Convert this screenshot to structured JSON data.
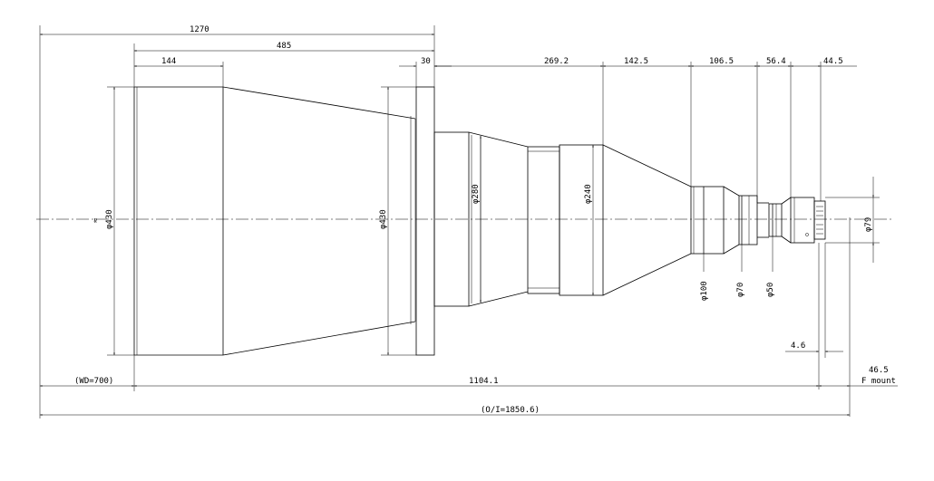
{
  "dimensions": {
    "overall_length": "1270",
    "rear_length": "485",
    "front_step": "144",
    "flange": "30",
    "seg_269": "269.2",
    "seg_142": "142.5",
    "seg_106": "106.5",
    "seg_56": "56.4",
    "seg_44": "44.5",
    "wd": "(WD=700)",
    "lens_length": "1104.1",
    "oi": "(O/I=1850.6)",
    "backfocus": "4.6",
    "mount_dist": "46.5",
    "mount_name": "F mount"
  },
  "diameters": {
    "front": "φ430",
    "flange": "φ430",
    "d280": "φ280",
    "d240": "φ240",
    "d100": "φ100",
    "d70": "φ70",
    "d50": "φ50",
    "d79": "φ79"
  },
  "markers": {
    "axis_mark": "≈"
  }
}
